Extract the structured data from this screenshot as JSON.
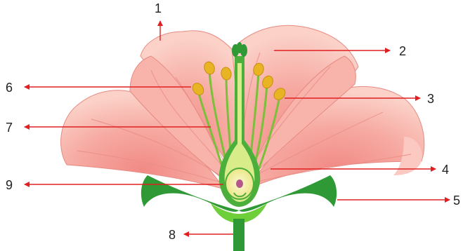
{
  "diagram": {
    "labels": [
      {
        "id": "1",
        "text": "1"
      },
      {
        "id": "2",
        "text": "2"
      },
      {
        "id": "3",
        "text": "3"
      },
      {
        "id": "4",
        "text": "4"
      },
      {
        "id": "5",
        "text": "5"
      },
      {
        "id": "6",
        "text": "6"
      },
      {
        "id": "7",
        "text": "7"
      },
      {
        "id": "8",
        "text": "8"
      },
      {
        "id": "9",
        "text": "9"
      }
    ],
    "colors": {
      "petal": "#f4a19a",
      "petal_light": "#fbc9c1",
      "petal_vein": "#e9837d",
      "sepal": "#2f9a35",
      "sepal_light": "#6fcf3a",
      "stem": "#2f9a35",
      "pistil": "#4caf3c",
      "ovary": "#f5f0a8",
      "anther": "#e9b423",
      "filament": "#7bbf3a",
      "ovule": "#b5578a",
      "arrow": "#e02020",
      "label": "#222222"
    }
  }
}
